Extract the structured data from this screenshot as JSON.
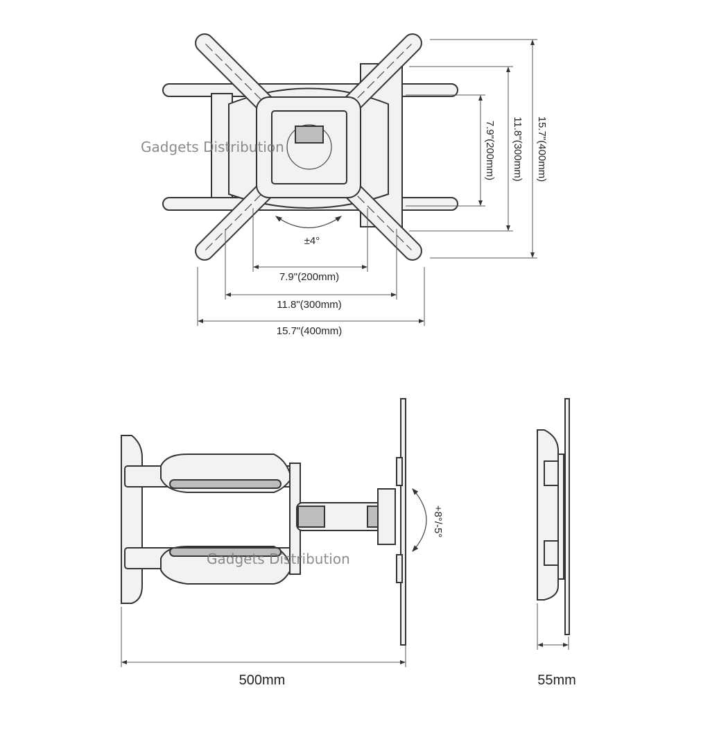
{
  "watermark": "Gadgets Distribution",
  "front_view": {
    "tilt_label": "±4°",
    "horizontal_dims": [
      "7.9\"(200mm)",
      "11.8\"(300mm)",
      "15.7\"(400mm)"
    ],
    "vertical_dims": [
      "7.9\"(200mm)",
      "11.8\"(300mm)",
      "15.7\"(400mm)"
    ]
  },
  "side_view": {
    "tilt_label": "+8°/-5°",
    "extension_label": "500mm"
  },
  "profile_view": {
    "depth_label": "55mm"
  }
}
